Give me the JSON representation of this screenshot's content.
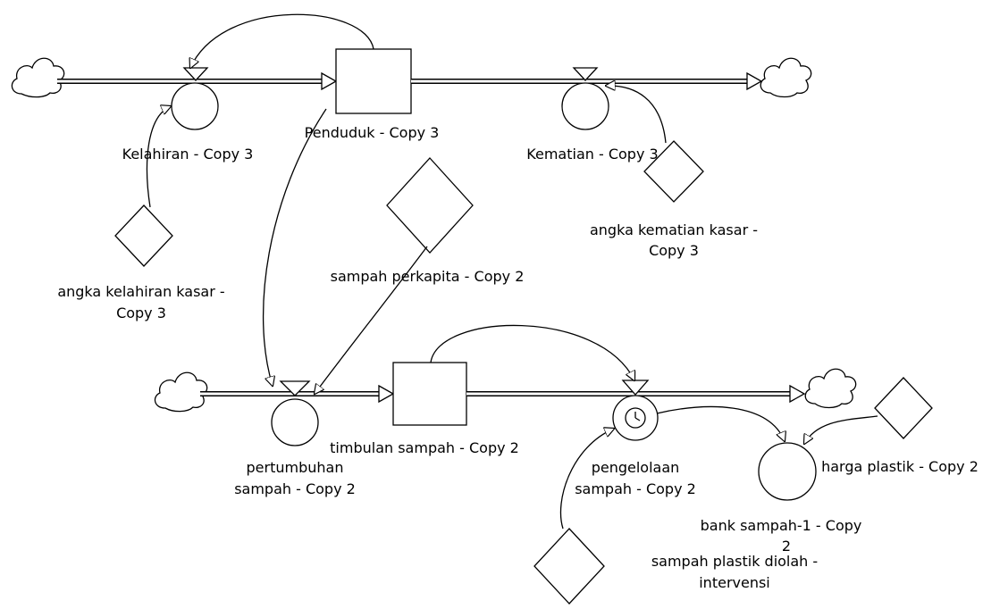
{
  "labels": {
    "penduduk": "Penduduk - Copy 3",
    "kelahiran": "Kelahiran - Copy 3",
    "kematian": "Kematian - Copy 3",
    "angka_kelahiran": [
      "angka kelahiran kasar -",
      "Copy 3"
    ],
    "angka_kematian": [
      "angka kematian kasar -",
      "Copy 3"
    ],
    "sampah_perkapita": "sampah perkapita - Copy 2",
    "timbulan_sampah": "timbulan sampah - Copy 2",
    "pertumbuhan_sampah": [
      "pertumbuhan",
      "sampah - Copy 2"
    ],
    "pengelolaan_sampah": [
      "pengelolaan",
      "sampah - Copy 2"
    ],
    "bank_sampah": [
      "bank sampah-1 - Copy",
      "2"
    ],
    "harga_plastik": "harga plastik - Copy 2",
    "sampah_plastik": [
      "sampah plastik diolah -",
      "intervensi"
    ]
  },
  "icons": {
    "cloud": "cloud-icon",
    "clock": "clock-icon"
  },
  "colors": {
    "line": "#000000",
    "background": "#ffffff"
  }
}
